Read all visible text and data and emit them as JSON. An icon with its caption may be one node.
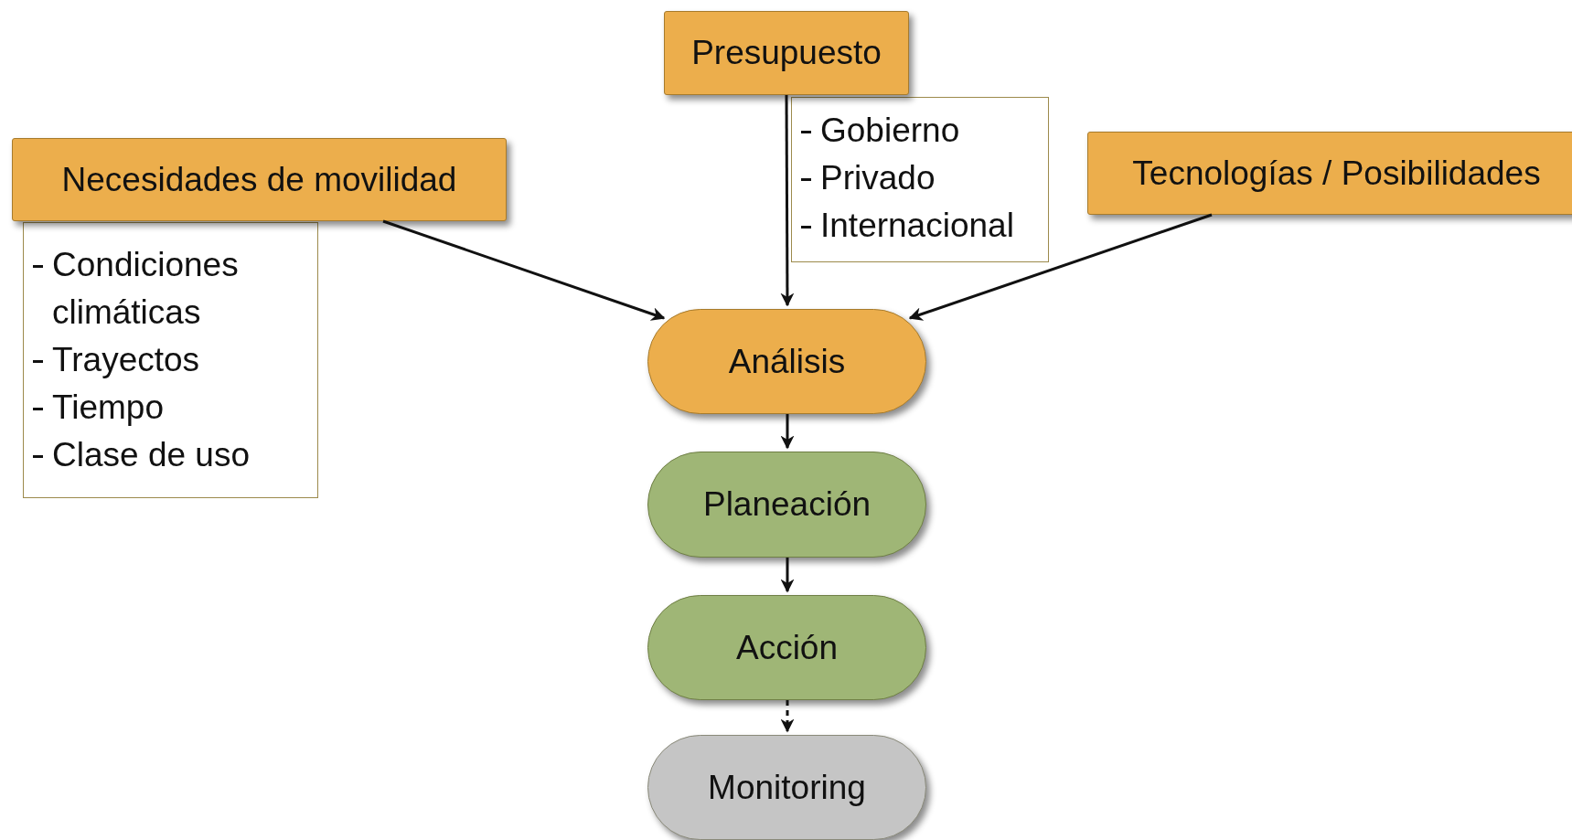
{
  "diagram": {
    "nodes": [
      {
        "text": [
          "Presupuesto"
        ]
      },
      {
        "text": [
          "Gobierno",
          "Privado",
          "Internacional"
        ]
      },
      {
        "text": [
          "Necesidades de movilidad"
        ]
      },
      {
        "text": [
          "Condiciones climáticas",
          "Trayectos",
          "Tiempo",
          "Clase de uso"
        ]
      },
      {
        "text": [
          "Tecnologías / Posibilidades"
        ]
      },
      {
        "text": [
          "Análisis"
        ]
      },
      {
        "text": [
          "Planeación"
        ]
      },
      {
        "text": [
          "Acción"
        ]
      },
      {
        "text": [
          "Monitoring"
        ]
      }
    ],
    "edges": [
      {
        "from": 0,
        "to": 5,
        "arrow": "to"
      },
      {
        "from": 2,
        "to": 5,
        "arrow": "to"
      },
      {
        "from": 4,
        "to": 5,
        "arrow": "to"
      },
      {
        "from": 5,
        "to": 6,
        "arrow": "to"
      },
      {
        "from": 6,
        "to": 7,
        "arrow": "to"
      },
      {
        "from": 7,
        "to": 8,
        "arrow": "to",
        "style": "dashed"
      }
    ]
  }
}
